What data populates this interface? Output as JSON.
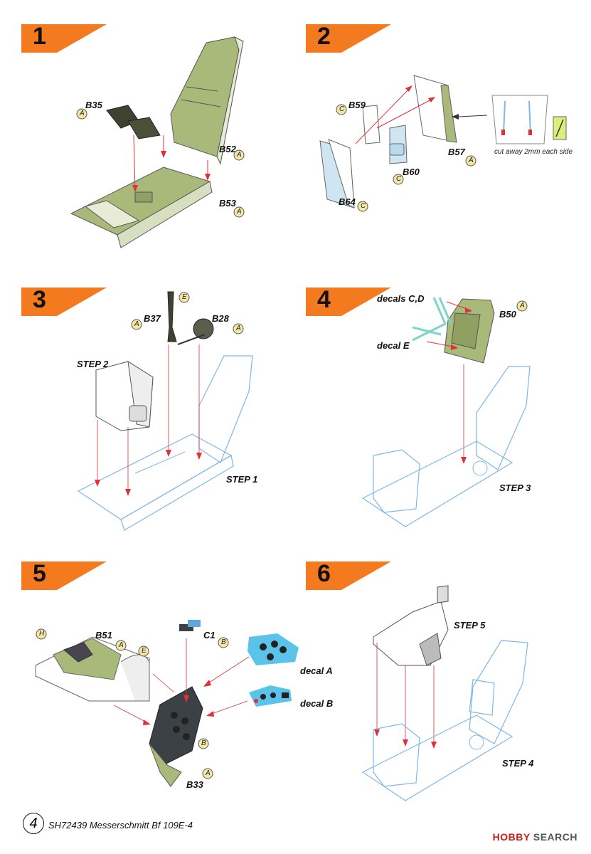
{
  "steps": [
    {
      "number": "1",
      "labels": {
        "b35": "B35",
        "b52": "B52",
        "b53": "B53"
      },
      "badges": {
        "b35": "A",
        "b52": "A",
        "b53": "A"
      }
    },
    {
      "number": "2",
      "labels": {
        "b59": "B59",
        "b60": "B60",
        "b57": "B57",
        "b64": "B64"
      },
      "badges": {
        "b59": "C",
        "b60": "C",
        "b57": "A",
        "b64": "C"
      },
      "note": "cut away 2mm each side"
    },
    {
      "number": "3",
      "labels": {
        "b37": "B37",
        "b28": "B28",
        "step2": "STEP 2",
        "step1": "STEP 1"
      },
      "badges": {
        "b37": "A",
        "b37e": "E",
        "b28": "A"
      }
    },
    {
      "number": "4",
      "labels": {
        "decals_cd": "decals C,D",
        "decal_e": "decal E",
        "b50": "B50",
        "step3": "STEP 3"
      },
      "badges": {
        "b50": "A"
      }
    },
    {
      "number": "5",
      "labels": {
        "b51": "B51",
        "c1": "C1",
        "b33": "B33",
        "decal_a": "decal A",
        "decal_b": "decal B"
      },
      "badges": {
        "h": "H",
        "b51": "A",
        "e": "E",
        "c1": "B",
        "b33b": "B",
        "b33": "A"
      }
    },
    {
      "number": "6",
      "labels": {
        "step5": "STEP 5",
        "step4": "STEP 4"
      }
    }
  ],
  "footer": {
    "page_number": "4",
    "title": "SH72439 Messerschmitt Bf 109E-4",
    "logo_brand": "HOBBY",
    "logo_rest": " SEARCH"
  },
  "colors": {
    "flag": "#f47a20",
    "part_green": "#a9b97a",
    "outline_blue": "#7fb7e6",
    "arrow_red": "#e0303a",
    "badge_yellow": "#f3e7a6",
    "panel_dark": "#3c4146",
    "decal_blue": "#5bc3ea"
  }
}
